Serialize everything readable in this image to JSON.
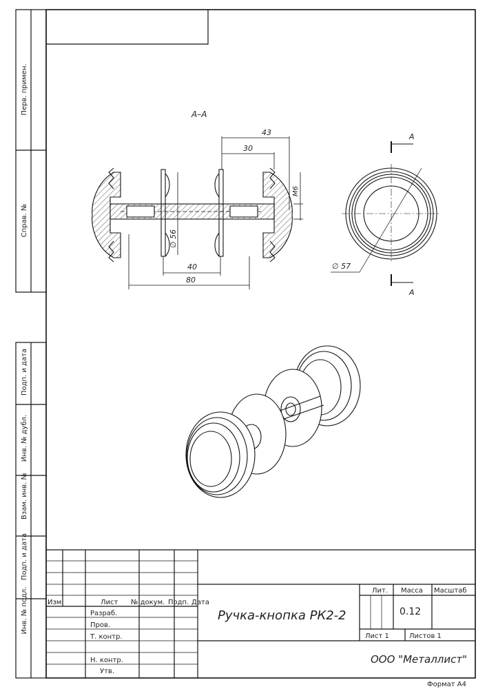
{
  "side_strip": {
    "perv_primen": "Перв. примен.",
    "sprav_no": "Справ. №",
    "podp_data_1": "Подп. и дата",
    "inv_dubl": "Инв. № дубл.",
    "vzam_inv": "Взам. инв. №",
    "podp_data_2": "Подп. и дата",
    "inv_podl": "Инв. № подл."
  },
  "drawing": {
    "section_label": "A–A",
    "dim_43": "43",
    "dim_30": "30",
    "dim_m6": "M6",
    "dim_d56": "∅ 56",
    "dim_40": "40",
    "dim_80": "80",
    "dim_d57": "∅ 57",
    "cut_mark_top": "A",
    "cut_mark_bottom": "A"
  },
  "title_block": {
    "izm": "Изм.",
    "list": "Лист",
    "no_dokum": "№ докум.",
    "podp": "Подп.",
    "data": "Дата",
    "razrab": "Разраб.",
    "prov": "Пров.",
    "t_kontr": "Т. контр.",
    "n_kontr": "Н. контр.",
    "utv": "Утв.",
    "product_name": "Ручка-кнопка РК2-2",
    "lit": "Лит.",
    "massa": "Масса",
    "masshtab": "Масштаб",
    "mass_value": "0.12",
    "sheet": "Лист 1",
    "sheets": "Листов 1",
    "company": "ООО \"Металлист\"",
    "format": "Формат А4"
  }
}
